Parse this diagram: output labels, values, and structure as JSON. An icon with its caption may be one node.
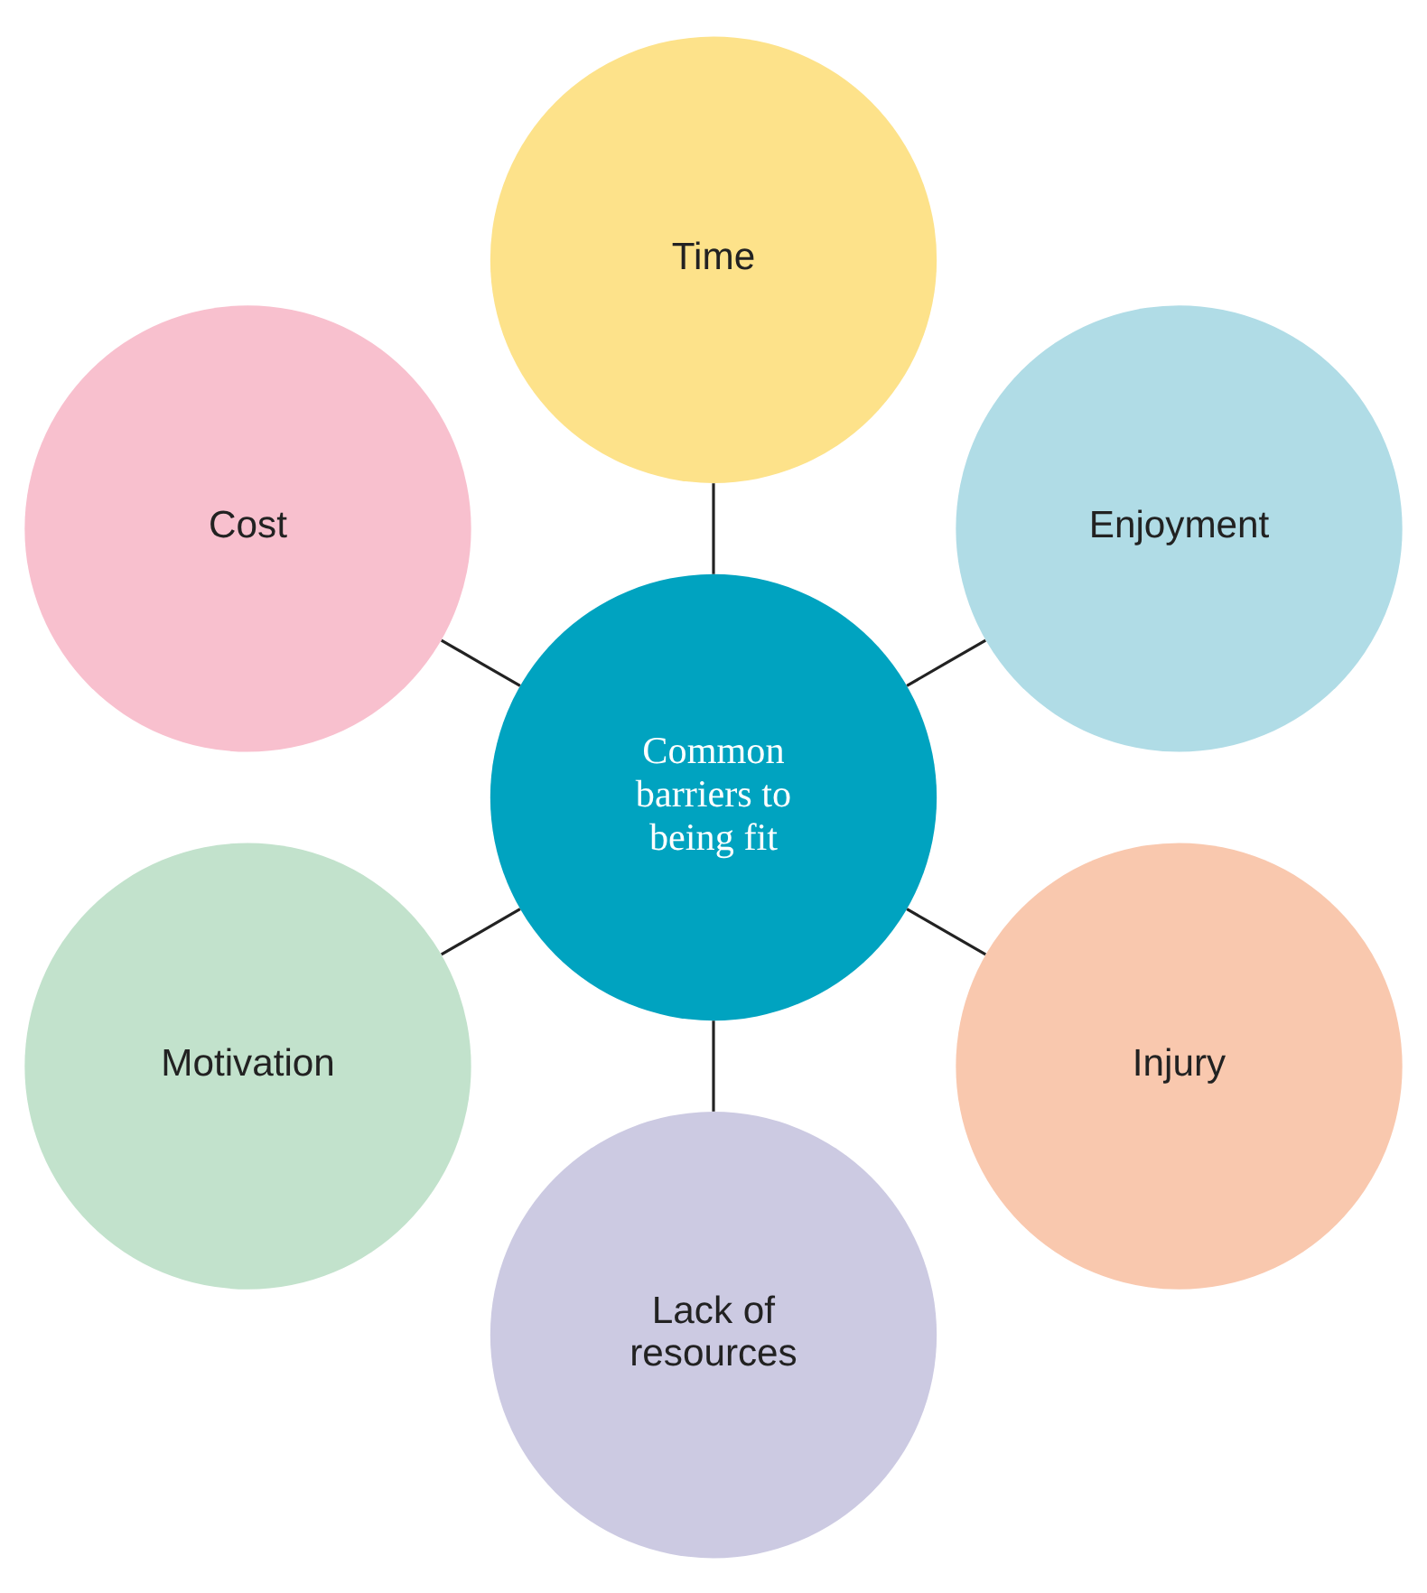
{
  "diagram": {
    "nodes": [
      {
        "text": [
          "Enjoyment"
        ]
      },
      {
        "text": [
          "Time"
        ]
      },
      {
        "text": [
          "Cost"
        ]
      },
      {
        "text": [
          "Common barriers to being fit"
        ]
      },
      {
        "text": [
          "Motivation"
        ]
      },
      {
        "text": [
          "Lack of resources"
        ]
      },
      {
        "text": [
          "Injury"
        ]
      }
    ],
    "edges": [
      {
        "from": 3,
        "to": 0,
        "arrow": "none"
      },
      {
        "from": 3,
        "to": 2,
        "arrow": "none"
      },
      {
        "from": 3,
        "to": 5,
        "arrow": "none"
      },
      {
        "from": 3,
        "to": 6,
        "arrow": "none"
      },
      {
        "from": 3,
        "to": 4,
        "arrow": "none"
      },
      {
        "from": 3,
        "to": 1,
        "arrow": "none"
      }
    ]
  }
}
